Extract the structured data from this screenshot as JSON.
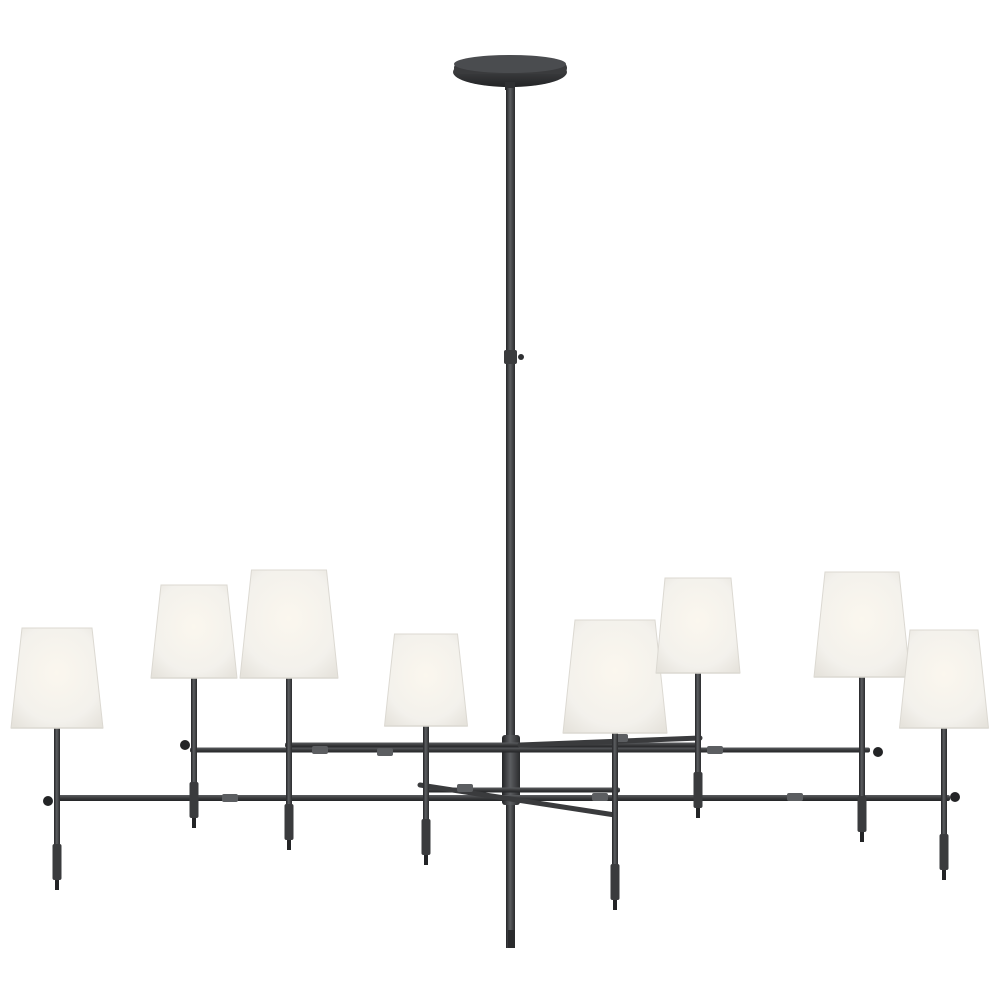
{
  "image": {
    "subject": "chandelier-product-photo",
    "background_color": "#ffffff",
    "colors": {
      "metal": "#3a3b3d",
      "metal_highlight": "#5c5e61",
      "metal_shadow": "#232426",
      "shade": "#f3f1ec",
      "shade_glow": "#fbf7ee",
      "shade_edge": "#dcd9d2"
    },
    "lights": [
      {
        "id": "shade-1"
      },
      {
        "id": "shade-2"
      },
      {
        "id": "shade-3"
      },
      {
        "id": "shade-4"
      },
      {
        "id": "shade-5"
      },
      {
        "id": "shade-6"
      },
      {
        "id": "shade-7"
      },
      {
        "id": "shade-8"
      }
    ]
  }
}
